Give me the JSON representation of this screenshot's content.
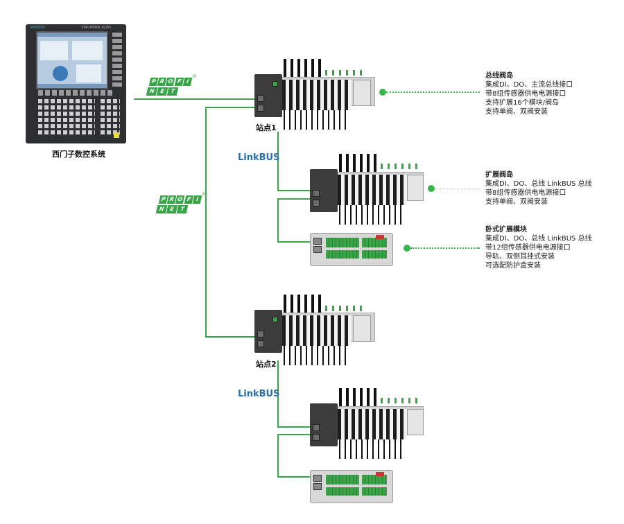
{
  "controller": {
    "caption": "西门子数控系统",
    "brand_text": "SIEMENS",
    "model_text": "SINUMERIK 828D"
  },
  "profinet_logo": {
    "row1": [
      "P",
      "R",
      "O",
      "F",
      "I"
    ],
    "row2": [
      "N",
      "E",
      "T"
    ],
    "registered": "®"
  },
  "stations": [
    {
      "label": "站点1"
    },
    {
      "label": "站点2"
    }
  ],
  "linkbus_labels": [
    "LinkBUS",
    "LinkBUS"
  ],
  "descriptions": [
    {
      "title": "总线阀岛",
      "lines": [
        "集成DI、DO、主流总线接口",
        "带8组传感器供电电源接口",
        "支持扩展16个模块/阀岛",
        "支持单阀、双阀安装"
      ]
    },
    {
      "title": "扩展阀岛",
      "lines": [
        "集成DI、DO、总线 LinkBUS 总线",
        "带8组传感器供电电源接口",
        "支持单阀、双阀安装"
      ]
    },
    {
      "title": "卧式扩展模块",
      "lines": [
        "集成DI、DO、总线 LinkBUS 总线",
        "带12组传感器供电电源接口",
        "导轨、双侧耳挂式安装",
        "可选配防护盒安装"
      ]
    }
  ],
  "colors": {
    "line_green": "#3aa548",
    "linkbus_blue": "#2a6ea8"
  }
}
